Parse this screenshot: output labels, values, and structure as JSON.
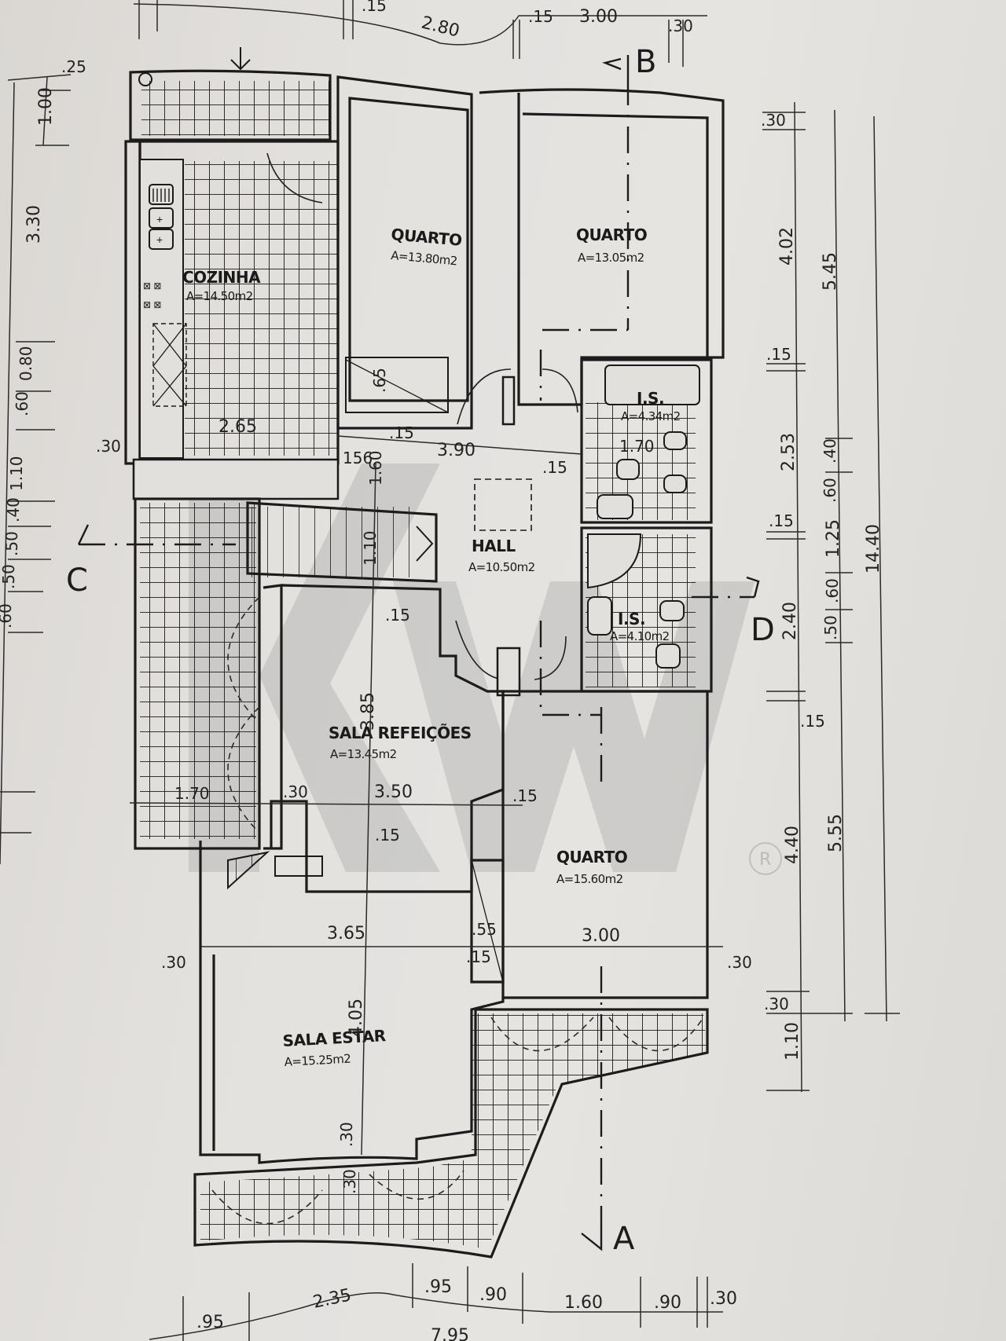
{
  "plan": {
    "rooms": [
      {
        "id": "cozinha",
        "label": "COZINHA",
        "area": "A=14.50m2"
      },
      {
        "id": "quarto-1",
        "label": "QUARTO",
        "area": "A=13.80m2"
      },
      {
        "id": "quarto-2",
        "label": "QUARTO",
        "area": "A=13.05m2"
      },
      {
        "id": "is-1",
        "label": "I.S.",
        "area": "A=4.34m2"
      },
      {
        "id": "hall",
        "label": "HALL",
        "area": "A=10.50m2"
      },
      {
        "id": "is-2",
        "label": "I.S.",
        "area": "A=4.10m2"
      },
      {
        "id": "sala-refeicoes",
        "label": "SALA REFEIÇÕES",
        "area": "A=13.45m2"
      },
      {
        "id": "quarto-3",
        "label": "QUARTO",
        "area": "A=15.60m2"
      },
      {
        "id": "sala-estar",
        "label": "SALA ESTAR",
        "area": "A=15.25m2"
      }
    ],
    "sections": {
      "a": "A",
      "b": "B",
      "c": "C",
      "d": "D"
    },
    "dimensions": {
      "top": [
        ".15",
        "2.80",
        ".15",
        "3.00",
        ".30"
      ],
      "left": [
        ".25",
        "1.00",
        "3.30",
        "0.80",
        ".60",
        "1.10",
        ".40",
        ".50",
        ".50",
        ".60",
        "2.65"
      ],
      "right_inner": [
        ".30",
        "4.02",
        ".15",
        "2.53",
        ".15",
        "2.40",
        ".15",
        "4.40",
        ".30",
        "1.10"
      ],
      "right_middle": [
        "5.45",
        ".40",
        ".60",
        "1.25",
        ".60",
        ".50",
        "5.55"
      ],
      "right_outer": [
        "14.40"
      ],
      "bottom": [
        ".95",
        "2.35",
        ".95",
        ".90",
        "1.60",
        ".90",
        ".30"
      ],
      "bottom_total": "7.95",
      "interior": {
        "kitchen_width": "2.65",
        "kitchen_wall": ".30",
        "hall_width": "3.90",
        "hall_wall_left": ".15",
        "hall_wall_left2": ".15",
        "hall_wall_right": ".15",
        "closet_depth": ".65",
        "hall_depth": "1.60",
        "stair_depth": "1.10",
        "stair_wall": ".15",
        "dining_depth": "3.85",
        "bath_width": "1.70",
        "balcony_width": "1.70",
        "dining_wall": ".30",
        "dining_width": "3.50",
        "dining_wall_right": ".15",
        "partition": ".15",
        "living_width": "3.65",
        "living_wall": ".30",
        "closet_width": ".55",
        "closet_wall": ".15",
        "bedroom_width": "3.00",
        "bedroom_wall": ".30",
        "living_depth": "4.05",
        "window_dim": ".30",
        "window_dim2": ".30",
        "code_156": "156"
      }
    },
    "watermark": {
      "text": "KW",
      "registered": "R"
    }
  }
}
